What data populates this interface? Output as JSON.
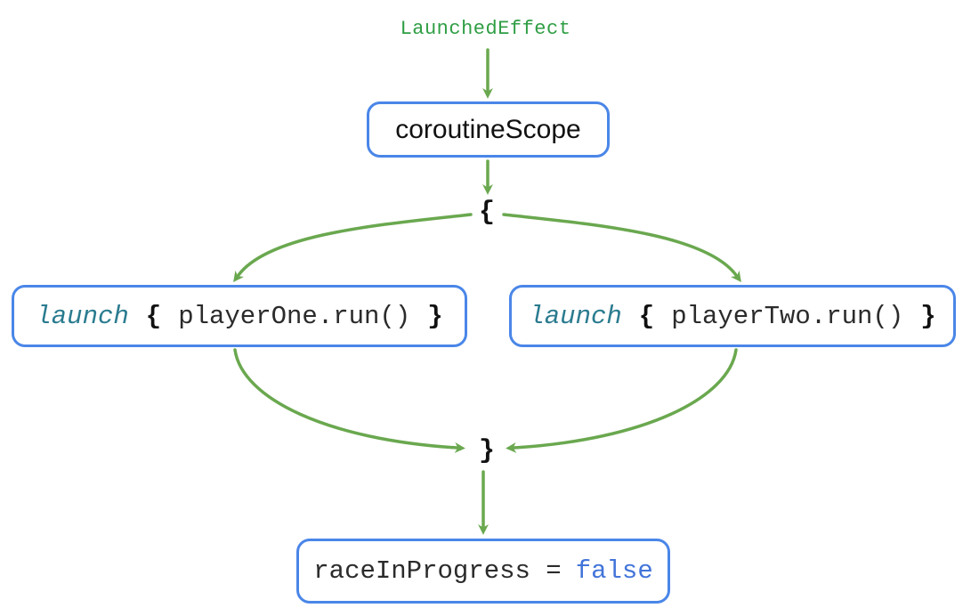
{
  "labels": {
    "trigger": "LaunchedEffect"
  },
  "nodes": {
    "scope": {
      "label": "coroutineScope"
    },
    "open_brace": "{",
    "launch_one": {
      "keyword": "launch",
      "open": "{",
      "body": "playerOne.run()",
      "close": "}"
    },
    "launch_two": {
      "keyword": "launch",
      "open": "{",
      "body": "playerTwo.run()",
      "close": "}"
    },
    "close_brace": "}",
    "result": {
      "code": "raceInProgress =",
      "value": "false"
    }
  },
  "colors": {
    "arrow_green": "#6aa84f",
    "trigger_label_green": "#2f9e44",
    "box_border_blue": "#4a86e8",
    "keyword_teal": "#2a7b8f",
    "value_blue": "#4274d9",
    "code_text": "#2b2b2b"
  }
}
